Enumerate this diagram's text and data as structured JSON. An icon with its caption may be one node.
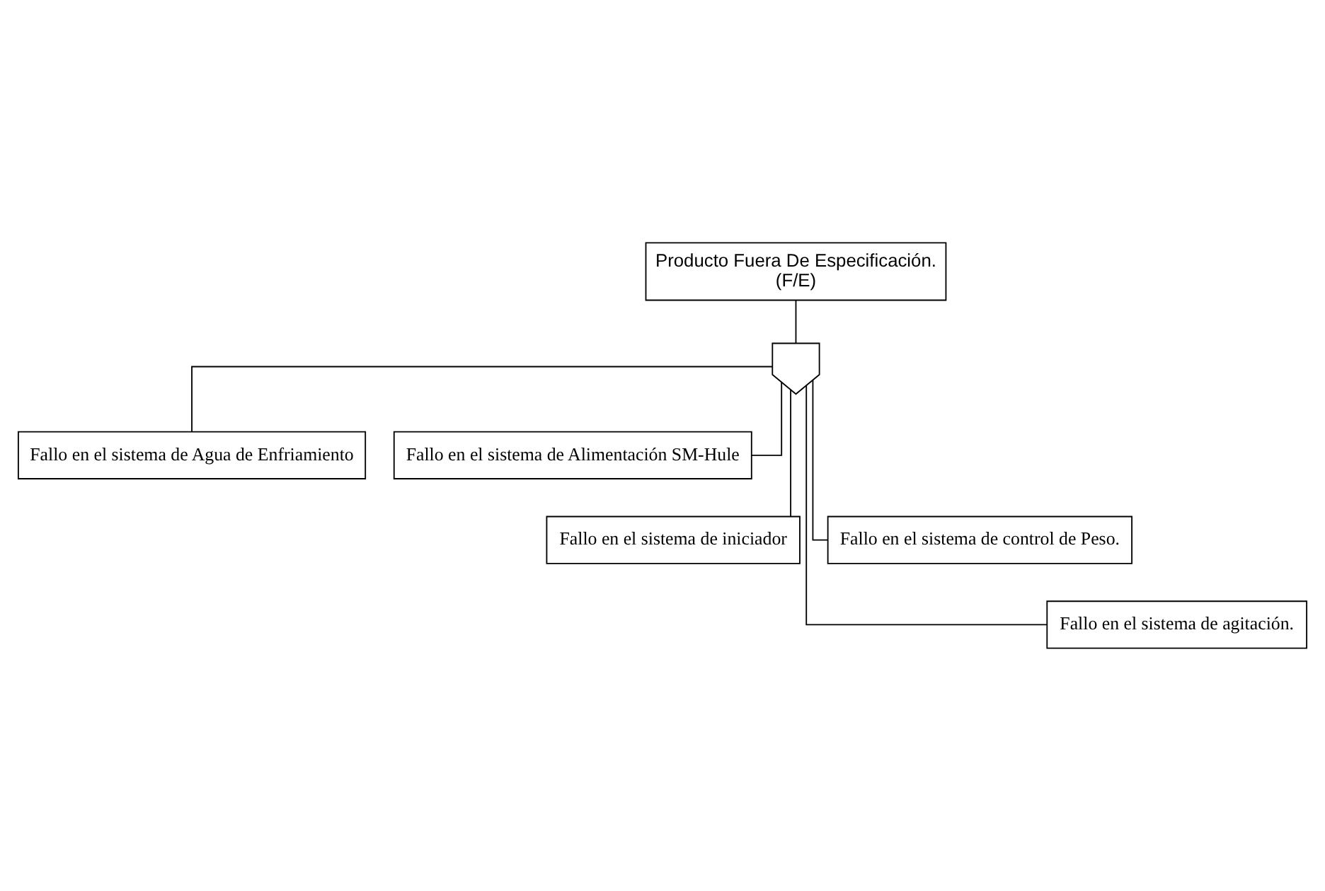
{
  "diagram": {
    "nodes": [
      {
        "text": [
          "Producto Fuera De Especificación.",
          "(F/E)"
        ]
      },
      {
        "text": [],
        "shape": "gate"
      },
      {
        "text": [
          "Fallo en el sistema de Agua de Enfriamiento"
        ]
      },
      {
        "text": [
          "Fallo en el sistema de Alimentación SM-Hule"
        ]
      },
      {
        "text": [
          "Fallo en el sistema de iniciador"
        ]
      },
      {
        "text": [
          "Fallo en el sistema de control de Peso."
        ]
      },
      {
        "text": [
          "Fallo en el sistema de agitación."
        ]
      }
    ],
    "edges": [
      {
        "from": 0,
        "to": 1,
        "arrow": "none"
      },
      {
        "from": 1,
        "to": 2,
        "arrow": "none"
      },
      {
        "from": 1,
        "to": 4,
        "arrow": "none"
      },
      {
        "from": 1,
        "to": 6,
        "arrow": "none"
      },
      {
        "from": 1,
        "to": 5,
        "arrow": "none"
      },
      {
        "from": 1,
        "to": 3,
        "arrow": "none"
      }
    ]
  }
}
